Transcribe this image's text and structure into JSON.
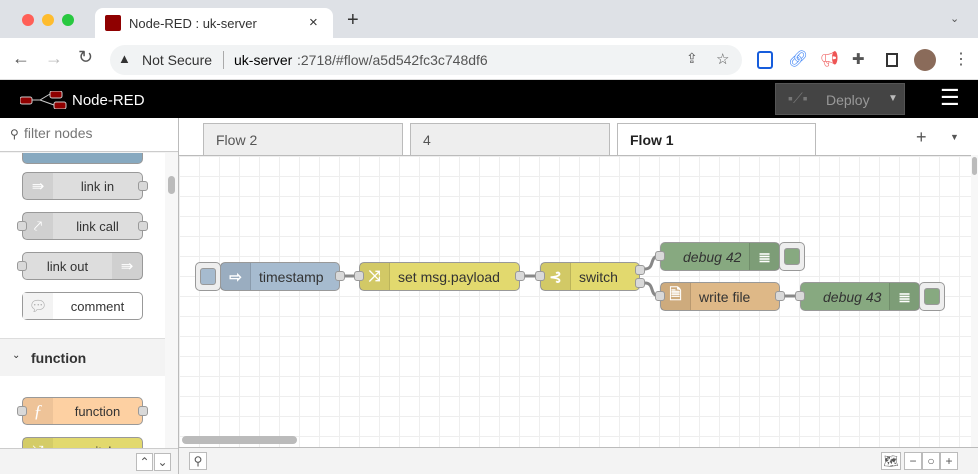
{
  "browser": {
    "tab_title": "Node-RED : uk-server",
    "new_tab": "+",
    "security": "Not Secure",
    "url_host": "uk-server",
    "url_rest": ":2718/#flow/a5d542fc3c748df6"
  },
  "app": {
    "title": "Node-RED",
    "deploy": "Deploy"
  },
  "palette": {
    "filter_placeholder": "filter nodes",
    "nodes": [
      "link in",
      "link call",
      "link out",
      "comment"
    ],
    "category": "function",
    "function_nodes": [
      "function",
      "switch"
    ]
  },
  "workspace": {
    "tabs": [
      "Flow 2",
      "4",
      "Flow 1"
    ],
    "active_tab": "Flow 1",
    "add": "+"
  },
  "flow": {
    "nodes": [
      "timestamp",
      "set msg.payload",
      "switch",
      "debug 42",
      "write file",
      "debug 43"
    ]
  },
  "colors": {
    "inject": "#a6bbcf",
    "change": "#e2d96e",
    "switch": "#e2d96e",
    "debug": "#87a980",
    "file": "#deb887",
    "function": "#fdd0a2"
  }
}
